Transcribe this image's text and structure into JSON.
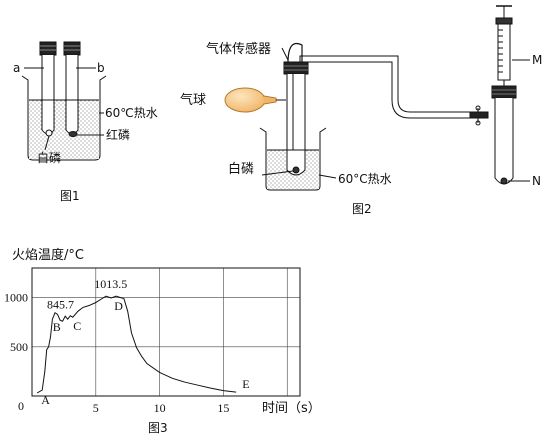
{
  "fig1": {
    "caption": "图1",
    "label_a": "a",
    "label_b": "b",
    "label_water": "60℃热水",
    "label_red_p": "红磷",
    "label_white_p": "白磷"
  },
  "fig2": {
    "caption": "图2",
    "label_sensor": "气体传感器",
    "label_balloon": "气球",
    "label_white_p": "白磷",
    "label_water": "60°C热水",
    "label_m": "M",
    "label_n": "N"
  },
  "fig3": {
    "caption": "图3",
    "ylabel": "火焰温度/°C",
    "xlabel": "时间（s）",
    "origin": "0",
    "x_ticks": [
      "5",
      "10",
      "15"
    ],
    "y_ticks": [
      "500",
      "1000"
    ],
    "ann_peak1": "845.7",
    "ann_peak2": "1013.5",
    "point_a": "A",
    "point_b": "B",
    "point_c": "C",
    "point_d": "D",
    "point_e": "E"
  },
  "chart_data": {
    "type": "line",
    "title": "",
    "xlabel": "时间（s）",
    "ylabel": "火焰温度/°C",
    "xlim": [
      0,
      21
    ],
    "ylim": [
      0,
      1300
    ],
    "x_ticks": [
      0,
      5,
      10,
      15
    ],
    "y_ticks": [
      500,
      1000
    ],
    "grid": true,
    "series": [
      {
        "x": [
          0.4,
          0.8,
          1.0,
          1.15,
          1.3,
          1.45,
          1.6,
          1.8,
          2.0,
          2.2,
          2.4,
          2.6,
          2.8,
          3.0,
          3.2,
          3.6,
          4.0,
          4.5,
          5.0,
          5.5,
          5.8,
          6.2,
          6.6,
          6.9,
          7.2,
          7.5,
          7.8,
          8.2,
          8.6,
          9.0,
          10,
          11,
          12,
          13,
          14,
          15,
          16
        ],
        "y": [
          30,
          60,
          250,
          470,
          500,
          600,
          780,
          845.7,
          830,
          770,
          760,
          810,
          780,
          815,
          800,
          860,
          900,
          920,
          950,
          990,
          1013.5,
          995,
          1013.5,
          1000,
          990,
          860,
          640,
          490,
          400,
          330,
          240,
          180,
          140,
          110,
          80,
          55,
          40
        ]
      }
    ],
    "annotations": [
      {
        "label": "A",
        "x": 0.8,
        "y": 60
      },
      {
        "label": "B",
        "x": 2.1,
        "y": 790
      },
      {
        "label": "C",
        "x": 3.0,
        "y": 810
      },
      {
        "label": "D",
        "x": 6.6,
        "y": 1013.5
      },
      {
        "label": "E",
        "x": 16,
        "y": 40
      },
      {
        "label": "845.7",
        "x": 1.8,
        "y": 845.7
      },
      {
        "label": "1013.5",
        "x": 6.6,
        "y": 1013.5
      }
    ]
  },
  "colors": {
    "ink": "#111111",
    "water_dot": "#555555",
    "balloon": "#f5c98a",
    "balloon_edge": "#b07a30",
    "grid": "#444444"
  }
}
